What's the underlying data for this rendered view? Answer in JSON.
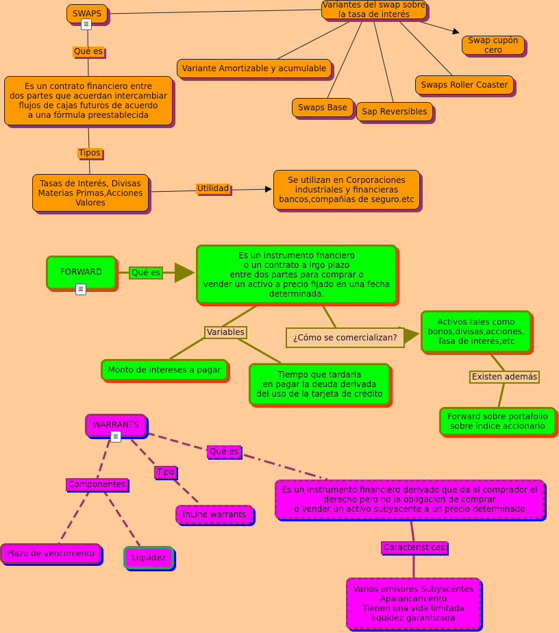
{
  "swaps": {
    "root": "SWAPS",
    "variantes": "Variantes del swap sobre\nla tasa de interés",
    "cupon": "Swap cupón cero",
    "amortizable": "Variante Amortizable y acumulable",
    "roller": "Swaps Roller Coaster",
    "base": "Swaps Base",
    "reversibles": "Sap Reversibles",
    "definicion": "Es un contrato financiero entre\ndos partes que acuerdan intercambiar\nflujos de cajas futuros de acuerdo\na una fórmula preestablecida",
    "tipos": "Tasas de Interés, Divisas\nMaterias Primas,Acciones\nValores",
    "uso": "Se utilizan en Corporaciones\nindustriales y financieras\nbancos,compañias de seguro.etc",
    "l_que_es": "Qué es",
    "l_tipos": "Tipos",
    "l_utilidad": "Utilidad"
  },
  "forward": {
    "root": "FORWARD",
    "definicion": "Es un instrumento fnanciero\no un contrato a lrgo plazo\nentre dos partes para comprar o\nvender un activo a precio fijado en una fecha\ndeterminada.",
    "activos": "Activos tales como\nbonos,divisas,acciones,\nTasa de interés,etc",
    "monto": "Monto de intereses a pagar",
    "tiempo": "Tiempo que tardaría\nen pagar la deuda  derivada\ndel uso de la tarjeta de crédito",
    "portafolio": "Forward sobre portafolio\nsobre índice accionario",
    "l_que_es": "Qué es",
    "l_variables": "Variables",
    "l_comercializan": "¿Cómo se comercializan?",
    "l_existen": "Existen además"
  },
  "warrants": {
    "root": "WARRANTS",
    "definicion": "Es un instrumento financiero derivado que da al comprador el\nderecho pero no la obligación de comprar\no vender un activo subyacente a un precio determinado",
    "inline": "InLine warrants",
    "plazo": "Plazo de vencimiento",
    "liquidez": "Liquidez",
    "caracteristicas": "Varios emisores Subyacentes\nApalancamiento\nTienen una vida limitada\nliquidez garantizada",
    "l_que_es": "Qué es",
    "l_tipo": "Tipo",
    "l_componentes": "Componentes",
    "l_caracteristicas": "Características"
  }
}
